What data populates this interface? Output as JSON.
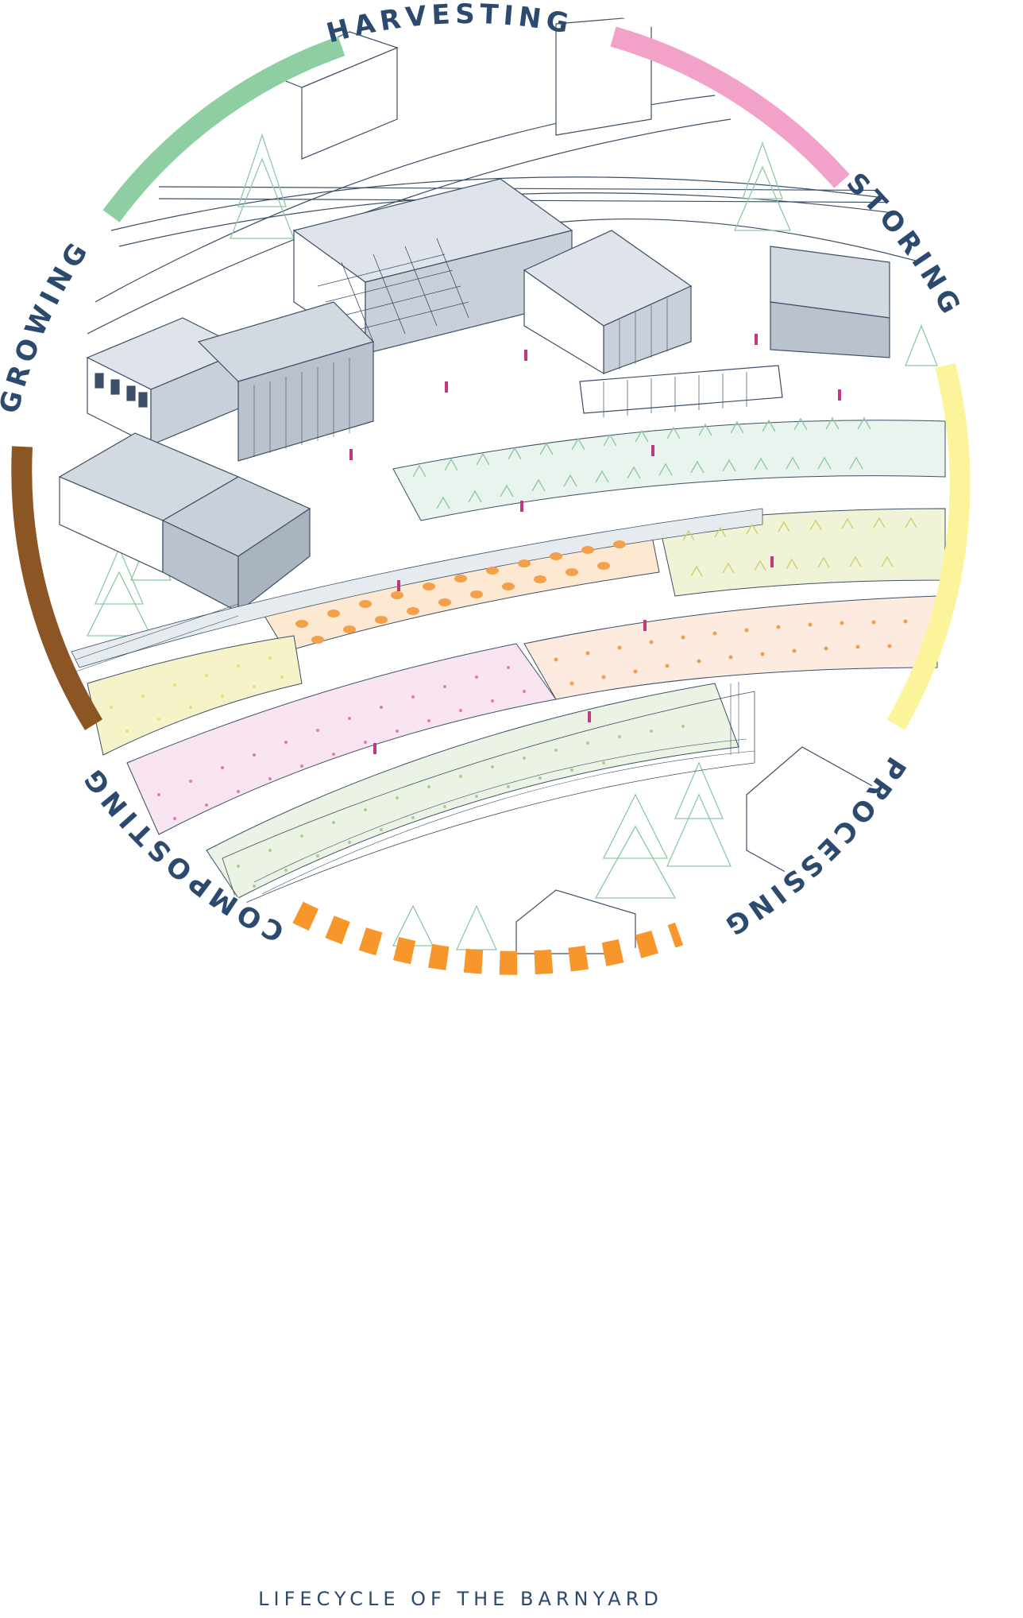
{
  "title": "LIFECYCLE OF THE BARNYARD",
  "stages": [
    {
      "label": "HARVESTING",
      "color": "#8dcfa2"
    },
    {
      "label": "STORING",
      "color": "#f2a2c8"
    },
    {
      "label": "PROCESSING",
      "color": "#fbf49a"
    },
    {
      "label": "COMPOSTING",
      "color": "#f7962a"
    },
    {
      "label": "GROWING",
      "color": "#8b5524"
    }
  ],
  "colors": {
    "text": "#2b4a6e",
    "line": "#3b4f66",
    "sage": "#8fc9a6",
    "lime": "#c7d36a",
    "orange": "#f4a04a",
    "pink": "#e07bb6",
    "yellow": "#e9df73",
    "figure": "#c2387f"
  }
}
